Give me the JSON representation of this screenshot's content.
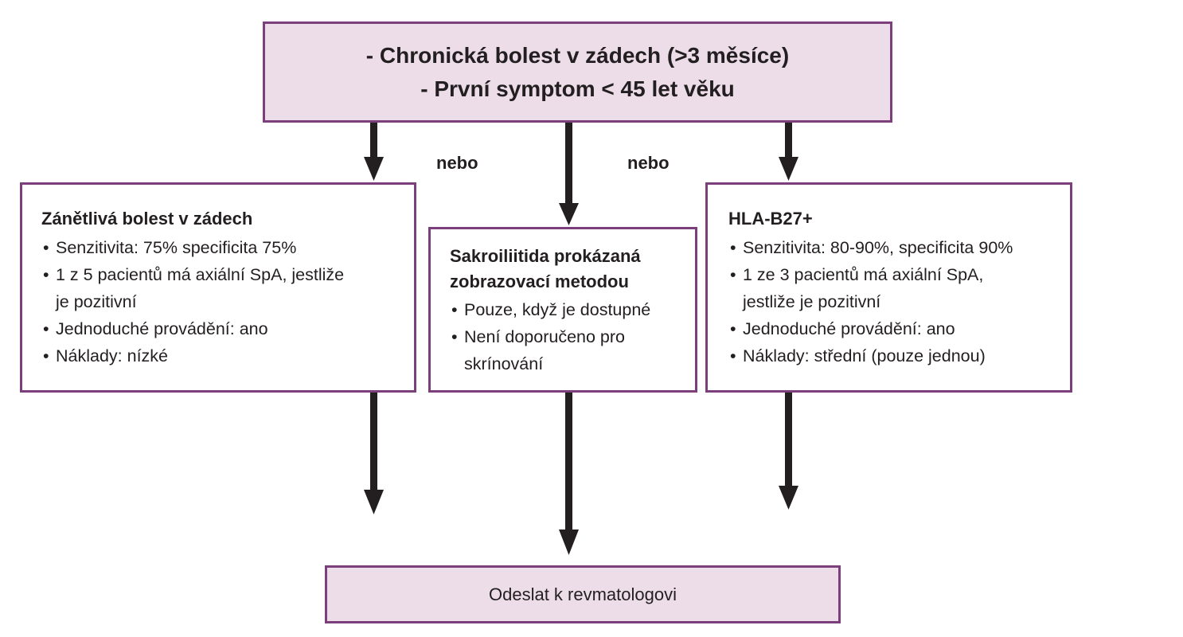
{
  "top": {
    "line1": "- Chronická bolest v zádech (>3 měsíce)",
    "line2": "- První symptom < 45 let věku"
  },
  "connector": {
    "left": "nebo",
    "right": "nebo"
  },
  "left_box": {
    "title": "Zánětlivá bolest v zádech",
    "items": [
      "Senzitivita: 75% specificita 75%",
      "1 z 5 pacientů má axiální SpA, jestliže",
      "je pozitivní",
      "Jednoduché provádění: ano",
      "Náklady: nízké"
    ]
  },
  "middle_box": {
    "title_line1": "Sakroiliitida prokázaná",
    "title_line2": "zobrazovací metodou",
    "items": [
      "Pouze, když je dostupné",
      "Není doporučeno pro",
      "skrínování"
    ]
  },
  "right_box": {
    "title": "HLA-B27+",
    "items": [
      "Senzitivita: 80-90%, specificita 90%",
      "1 ze 3 pacientů má axiální SpA,",
      "jestliže je pozitivní",
      "Jednoduché provádění: ano",
      "Náklady: střední (pouze jednou)"
    ]
  },
  "bottom": {
    "label": "Odeslat k revmatologovi"
  },
  "colors": {
    "border": "#7b3f7b",
    "shaded_fill": "#ecdde8",
    "arrow": "#231f20"
  }
}
